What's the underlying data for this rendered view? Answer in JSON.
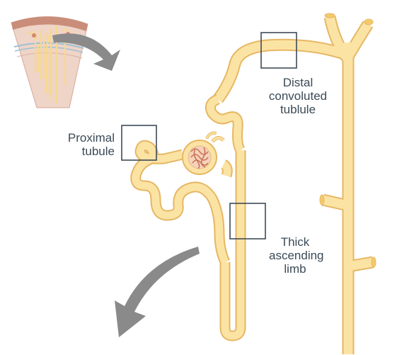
{
  "labels": {
    "proximal": "Proximal\ntubule",
    "distal": "Distal\nconvoluted\ntublule",
    "thick": "Thick\nascending\nlimb"
  },
  "colors": {
    "tubule_fill": "#fbe3a4",
    "tubule_outline": "#e6b763",
    "glomerulus": "#c9735a",
    "arrow": "#8a8a8a",
    "box": "#3e4b57",
    "text": "#3b4a56",
    "kidney_outer": "#efd0c5",
    "kidney_capsule": "#c98d79"
  },
  "icons": {
    "kidney_section": "kidney-wedge-icon",
    "zoom_arrow_small": "curved-arrow-icon",
    "zoom_arrow_large": "curved-arrow-icon"
  }
}
